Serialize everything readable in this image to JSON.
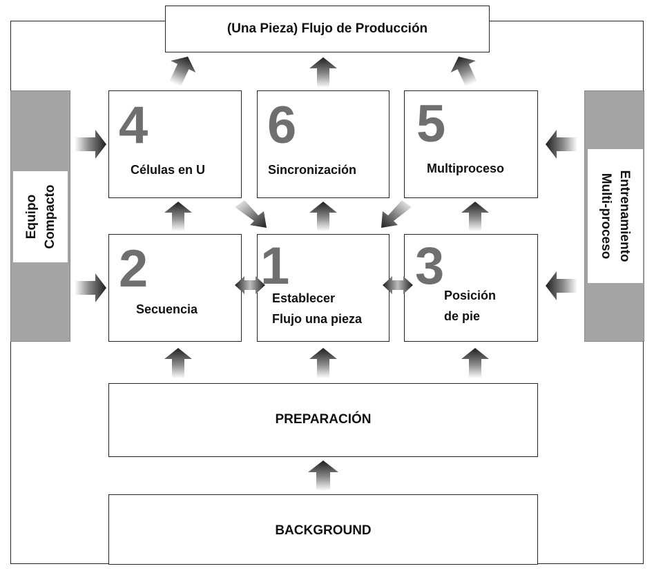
{
  "title": "(Una Pieza) Flujo de Producción",
  "boxes": {
    "cells": {
      "number": "4",
      "label": "Células en U"
    },
    "sync": {
      "number": "6",
      "label": "Sincronización"
    },
    "multi": {
      "number": "5",
      "label": "Multiproceso"
    },
    "sequence": {
      "number": "2",
      "label": "Secuencia"
    },
    "flow": {
      "number": "1",
      "label_line1": "Establecer",
      "label_line2": "Flujo una pieza"
    },
    "position": {
      "number": "3",
      "label_line1": "Posición",
      "label_line2": "de pie"
    }
  },
  "left_panel": {
    "line1": "Equipo",
    "line2": "Compacto"
  },
  "right_panel": {
    "line1": "Entrenamiento",
    "line2": "Multi-proceso"
  },
  "preparation": "PREPARACIÓN",
  "background": "BACKGROUND",
  "colors": {
    "arrow_dark": "#1f1f1f",
    "arrow_light": "#ffffff",
    "number_gray": "#6f6f6f",
    "panel_gray": "#a4a4a4"
  }
}
